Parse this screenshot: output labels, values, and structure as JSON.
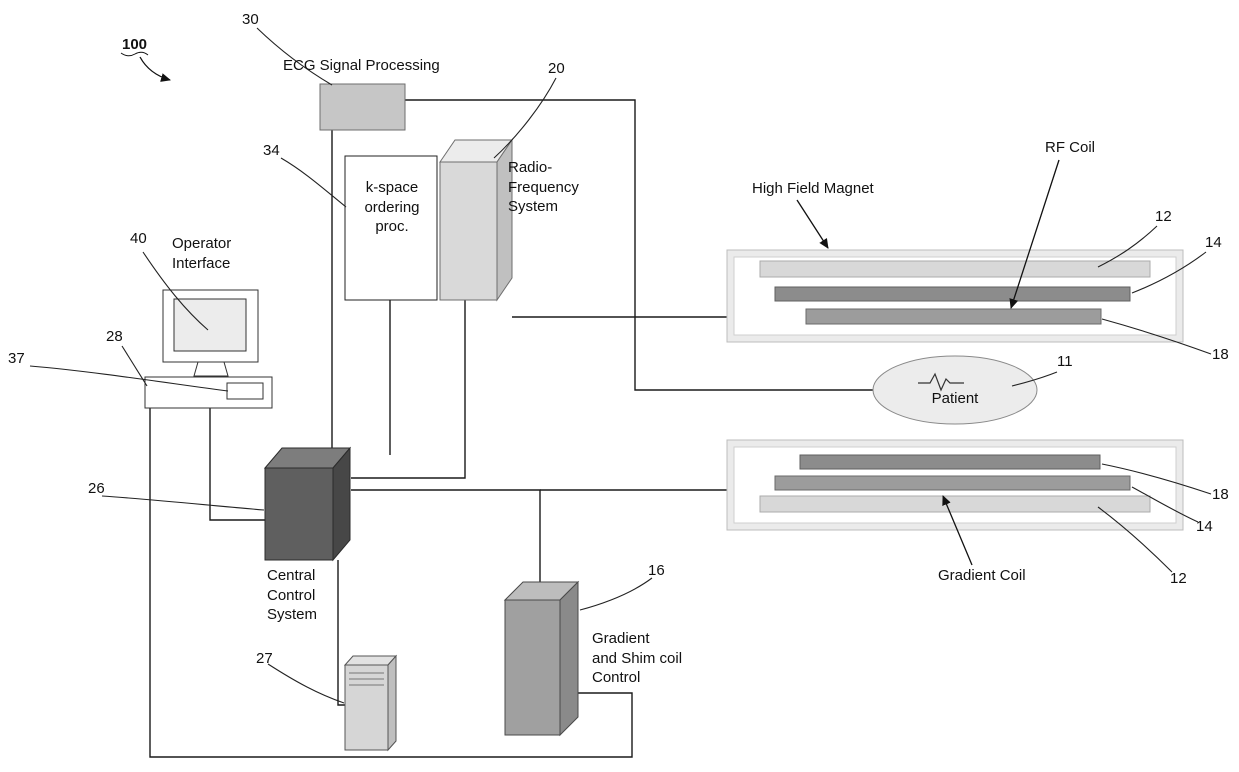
{
  "labels": {
    "root_ref": "100",
    "ecg_ref": "30",
    "ecg": "ECG Signal Processing",
    "kspace_ref": "34",
    "kspace": "k-space\nordering\nproc.",
    "rf_ref": "20",
    "rf": "Radio-\nFrequency\nSystem",
    "operator_ref": "40",
    "operator": "Operator\nInterface",
    "keyboard_ref": "28",
    "mouse_ref": "37",
    "central_ref": "26",
    "central": "Central\nControl\nSystem",
    "tower_ref": "27",
    "gradient_ctrl_ref": "16",
    "gradient_ctrl": "Gradient\nand Shim coil\nControl",
    "magnet": "High Field Magnet",
    "rf_coil": "RF Coil",
    "gradient_coil": "Gradient Coil",
    "patient": "Patient",
    "patient_ref": "11",
    "top_r12": "12",
    "top_r14": "14",
    "top_r18": "18",
    "bottom_r18": "18",
    "bottom_r14": "14",
    "bottom_r12": "12"
  },
  "colors": {
    "ecg_box": "#c6c6c6",
    "rf_front": "#d9d9d9",
    "rf_top": "#ececec",
    "rf_side": "#c0c0c0",
    "central_front": "#5f5f5f",
    "central_top": "#7d7d7d",
    "central_side": "#474747",
    "gradient_front": "#a0a0a0",
    "gradient_top": "#bdbdbd",
    "gradient_side": "#8a8a8a",
    "tower": "#d6d6d6",
    "housing": "#ebebeb",
    "bar_light": "#d8d8d8",
    "bar_dark": "#8c8c8c",
    "bar_mid": "#9c9c9c",
    "patient_fill": "#ececec"
  }
}
